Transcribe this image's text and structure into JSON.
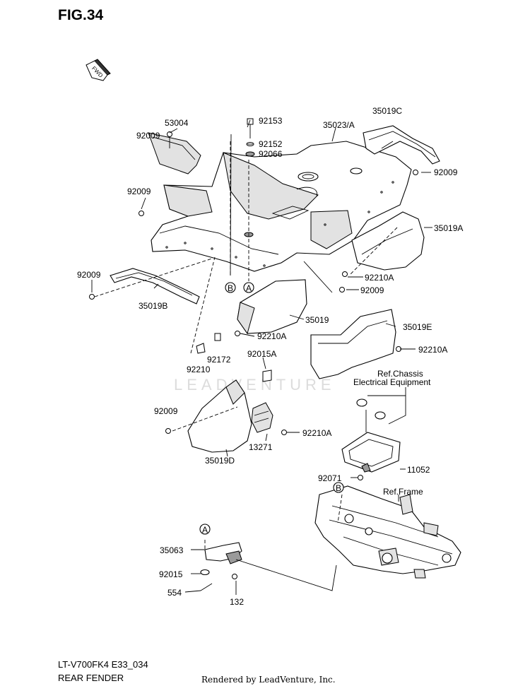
{
  "figure": {
    "title": "FIG.34",
    "fwd_label": "FWD",
    "model_code": "LT-V700FK4 E33_034",
    "diagram_name": "REAR FENDER",
    "rendered_by": "Rendered by LeadVenture, Inc.",
    "watermark": "LEADVENTURE"
  },
  "parts": {
    "p53004": "53004",
    "p92009_top": "92009",
    "p92153": "92153",
    "p92152": "92152",
    "p92066": "92066",
    "p35023A": "35023/A",
    "p35019C": "35019C",
    "p92009_right": "92009",
    "p92009_left": "92009",
    "p35019A": "35019A",
    "p92009_b": "92009",
    "p35019B": "35019B",
    "p92210A_mid": "92210A",
    "p92009_mid": "92009",
    "p35019": "35019",
    "p92210A_lower": "92210A",
    "p35019E": "35019E",
    "p92210A_right": "92210A",
    "p92172": "92172",
    "p92210": "92210",
    "p92015A": "92015A",
    "p92009_d": "92009",
    "p92210A_bot": "92210A",
    "p13271": "13271",
    "p35019D": "35019D",
    "p11052": "11052",
    "p92071": "92071",
    "p35063": "35063",
    "p92015": "92015",
    "p554": "554",
    "p132": "132"
  },
  "references": {
    "chassis_line1": "Ref.Chassis",
    "chassis_line2": "Electrical Equipment",
    "frame": "Ref.Frame",
    "marker_a": "A",
    "marker_b": "B"
  }
}
